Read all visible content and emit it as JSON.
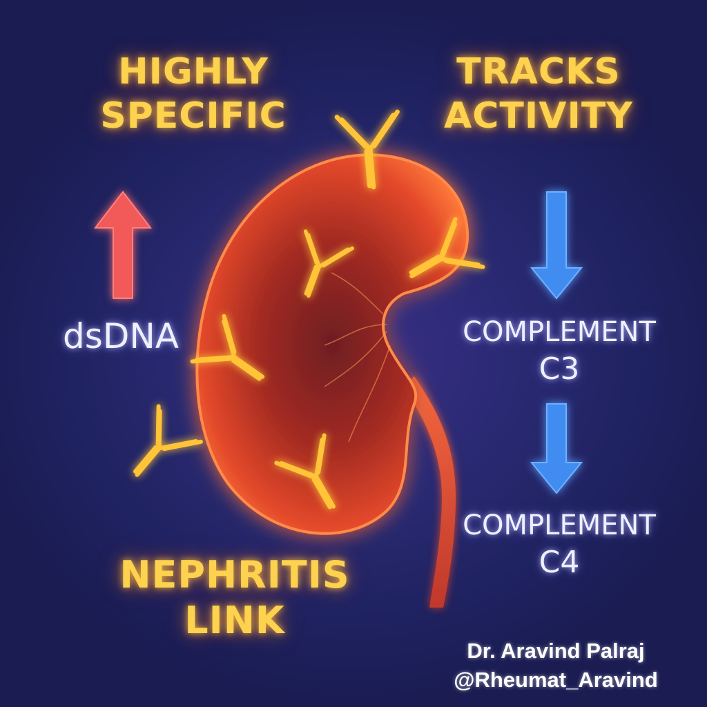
{
  "headlines": {
    "specific": [
      "HIGHLY",
      "SPECIFIC"
    ],
    "activity": [
      "TRACKS",
      "ACTIVITY"
    ],
    "nephritis": [
      "NEPHRITIS",
      "LINK"
    ]
  },
  "marker": {
    "label": "dsDNA",
    "trend": "up-arrow-icon"
  },
  "complements": [
    {
      "title": "COMPLEMENT",
      "value": "C3",
      "trend": "down-arrow-icon"
    },
    {
      "title": "COMPLEMENT",
      "value": "C4",
      "trend": "down-arrow-icon"
    }
  ],
  "credit": {
    "name": "Dr. Aravind Palraj",
    "handle": "@Rheumat_Aravind"
  },
  "colors": {
    "background": "#232661",
    "headline": "#fcd24f",
    "up_arrow": "#f25a5a",
    "down_arrow": "#3f8cf0",
    "kidney": "#e2482a",
    "antibody": "#ffc437",
    "label": "#eef0ff"
  },
  "icons": [
    "kidney-icon",
    "antibody-icon",
    "up-arrow-icon",
    "down-arrow-icon"
  ]
}
